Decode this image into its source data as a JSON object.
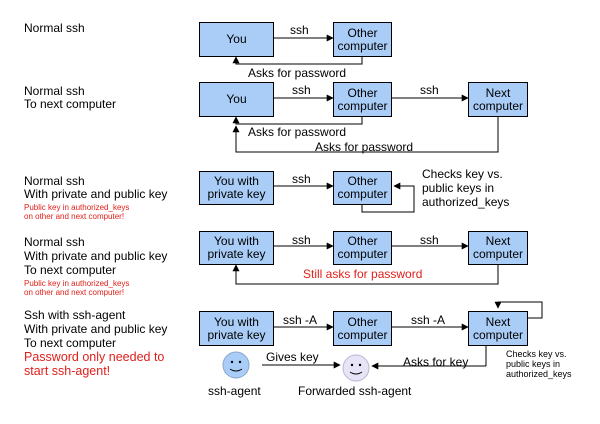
{
  "rows": [
    {
      "label": [
        "Normal ssh"
      ],
      "boxes": [
        "You",
        "Other\ncomputer"
      ],
      "arrows": [
        "ssh"
      ],
      "notes": [
        "Asks for password"
      ]
    },
    {
      "label": [
        "Normal ssh",
        "To next computer"
      ],
      "boxes": [
        "You",
        "Other\ncomputer",
        "Next\ncomputer"
      ],
      "arrows": [
        "ssh",
        "ssh"
      ],
      "notes": [
        "Asks for password",
        "Asks for password"
      ]
    },
    {
      "label": [
        "Normal ssh",
        "With private and public key"
      ],
      "sublabel": "Public key in authorized_keys\non other and next computer!",
      "boxes": [
        "You with\nprivate key",
        "Other\ncomputer"
      ],
      "arrows": [
        "ssh"
      ],
      "notes": [
        "Checks key vs.\npublic keys in\nauthorized_keys"
      ]
    },
    {
      "label": [
        "Normal ssh",
        "With private and public key",
        "To next computer"
      ],
      "sublabel": "Public key in authorized_keys\non other and next computer!",
      "boxes": [
        "You with\nprivate key",
        "Other\ncomputer",
        "Next\ncomputer"
      ],
      "arrows": [
        "ssh",
        "ssh"
      ],
      "notes": [
        "Still asks for password"
      ]
    },
    {
      "label": [
        "Ssh with ssh-agent",
        "With private and public key",
        "To next computer"
      ],
      "sublabel": "Password only needed to\nstart ssh-agent!",
      "boxes": [
        "You with\nprivate key",
        "Other\ncomputer",
        "Next\ncomputer"
      ],
      "arrows": [
        "ssh -A",
        "ssh -A",
        "Gives key",
        "Asks for key"
      ],
      "notes": [
        "Checks key vs.\npublic keys in\nauthorized_keys"
      ],
      "agents": [
        "ssh-agent",
        "Forwarded ssh-agent"
      ]
    }
  ]
}
